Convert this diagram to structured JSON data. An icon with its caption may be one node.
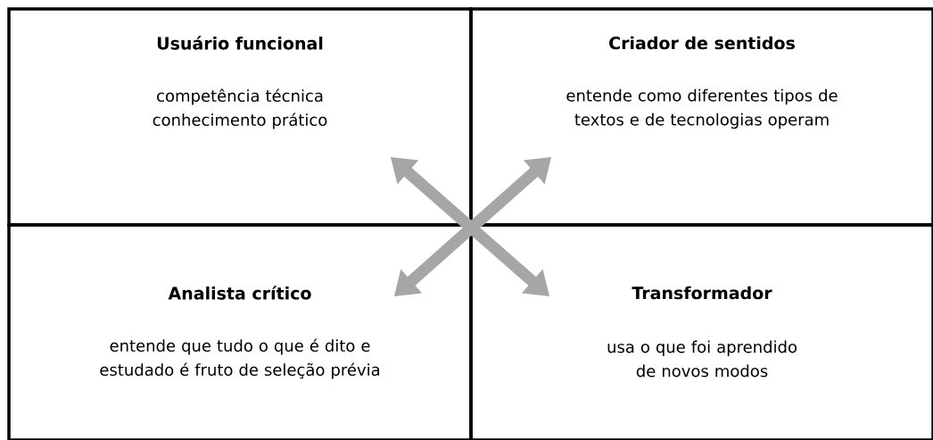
{
  "diagram": {
    "nodes": [
      {
        "text": [
          "Usuário funcional",
          "competência técnica conhecimento prático"
        ]
      },
      {
        "text": [
          "Criador de sentidos",
          "entende como diferentes tipos de textos e de tecnologias operam"
        ]
      },
      {
        "text": [
          "Analista crítico",
          "entende que tudo o que é dito e estudado é fruto de seleção prévia"
        ]
      },
      {
        "text": [
          "Transformador",
          "usa o que foi aprendido de novos modos"
        ]
      }
    ],
    "edges": [
      {
        "from": 0,
        "to": 3,
        "arrow": "both"
      },
      {
        "from": 1,
        "to": 2,
        "arrow": "both"
      }
    ]
  }
}
